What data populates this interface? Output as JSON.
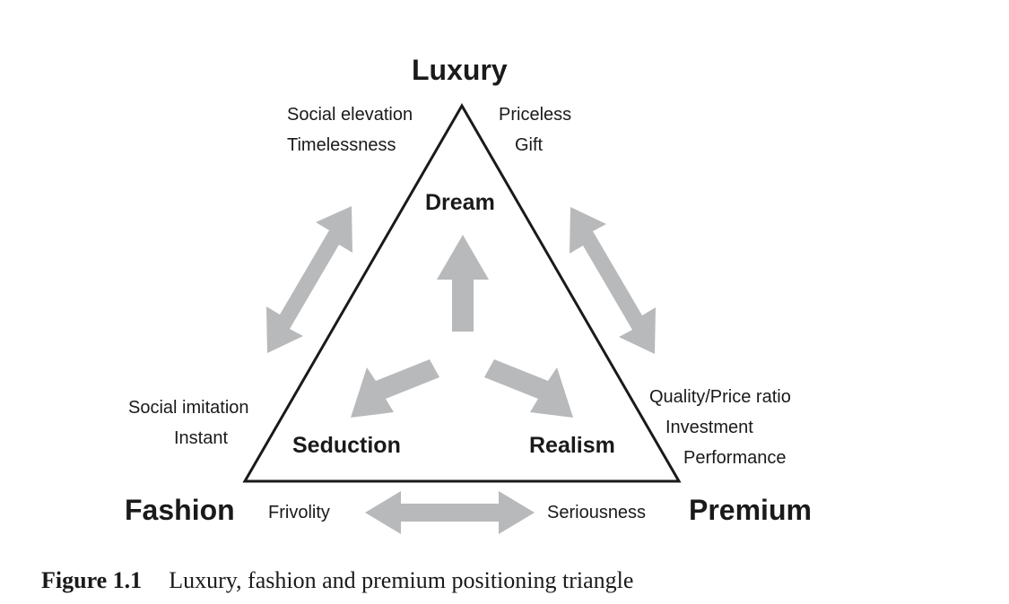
{
  "vertices": {
    "top": "Luxury",
    "bottom_left": "Fashion",
    "bottom_right": "Premium"
  },
  "inner_labels": {
    "top": "Dream",
    "bottom_left": "Seduction",
    "bottom_right": "Realism"
  },
  "luxury_attributes": {
    "left": [
      "Social elevation",
      "Timelessness"
    ],
    "right": [
      "Priceless",
      "Gift"
    ]
  },
  "fashion_attributes": [
    "Social imitation",
    "Instant"
  ],
  "premium_attributes": [
    "Quality/Price ratio",
    "Investment",
    "Performance"
  ],
  "bottom_edge": {
    "left": "Frivolity",
    "right": "Seriousness"
  },
  "caption": {
    "number": "Figure 1.1",
    "text": "Luxury, fashion and premium positioning triangle"
  },
  "colors": {
    "arrow_gray": "#b8b9bb",
    "line": "#1a1a1a",
    "text": "#1a1a1a"
  }
}
